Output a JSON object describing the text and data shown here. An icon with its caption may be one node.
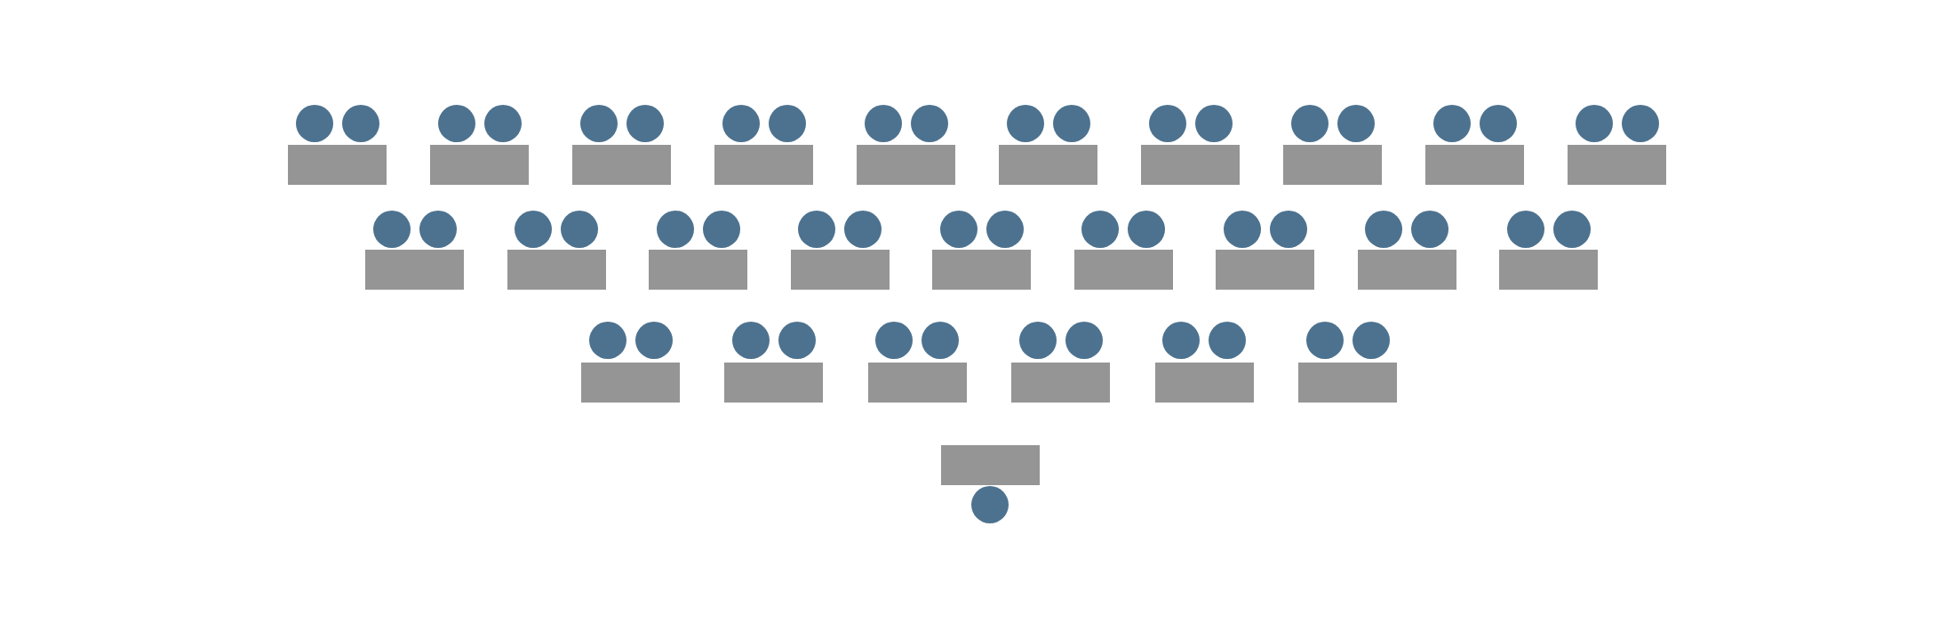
{
  "diagram": {
    "nodes": [
      {
        "text": [],
        "shape": "circle"
      },
      {
        "text": [],
        "shape": "circle"
      },
      {
        "text": [],
        "shape": "circle"
      },
      {
        "text": [],
        "shape": "circle"
      },
      {
        "text": [],
        "shape": "circle"
      },
      {
        "text": [],
        "shape": "circle"
      },
      {
        "text": [],
        "shape": "circle"
      },
      {
        "text": [],
        "shape": "circle"
      },
      {
        "text": [],
        "shape": "circle"
      },
      {
        "text": [],
        "shape": "circle"
      },
      {
        "text": [],
        "shape": "circle"
      },
      {
        "text": [],
        "shape": "circle"
      },
      {
        "text": [],
        "shape": "circle"
      },
      {
        "text": [],
        "shape": "circle"
      },
      {
        "text": [],
        "shape": "circle"
      },
      {
        "text": [],
        "shape": "circle"
      },
      {
        "text": [],
        "shape": "circle"
      },
      {
        "text": [],
        "shape": "circle"
      },
      {
        "text": [],
        "shape": "circle"
      },
      {
        "text": [],
        "shape": "circle"
      },
      {
        "text": [],
        "shape": "box"
      },
      {
        "text": [],
        "shape": "box"
      },
      {
        "text": [],
        "shape": "box"
      },
      {
        "text": [],
        "shape": "box"
      },
      {
        "text": [],
        "shape": "box"
      },
      {
        "text": [],
        "shape": "box"
      },
      {
        "text": [],
        "shape": "box"
      },
      {
        "text": [],
        "shape": "box"
      },
      {
        "text": [],
        "shape": "box"
      },
      {
        "text": [],
        "shape": "box"
      },
      {
        "text": [],
        "shape": "circle"
      },
      {
        "text": [],
        "shape": "circle"
      },
      {
        "text": [],
        "shape": "circle"
      },
      {
        "text": [],
        "shape": "circle"
      },
      {
        "text": [],
        "shape": "circle"
      },
      {
        "text": [],
        "shape": "circle"
      },
      {
        "text": [],
        "shape": "circle"
      },
      {
        "text": [],
        "shape": "circle"
      },
      {
        "text": [],
        "shape": "circle"
      },
      {
        "text": [],
        "shape": "circle"
      },
      {
        "text": [],
        "shape": "circle"
      },
      {
        "text": [],
        "shape": "circle"
      },
      {
        "text": [],
        "shape": "circle"
      },
      {
        "text": [],
        "shape": "circle"
      },
      {
        "text": [],
        "shape": "circle"
      },
      {
        "text": [],
        "shape": "circle"
      },
      {
        "text": [],
        "shape": "circle"
      },
      {
        "text": [],
        "shape": "circle"
      },
      {
        "text": [],
        "shape": "box"
      },
      {
        "text": [],
        "shape": "box"
      },
      {
        "text": [],
        "shape": "box"
      },
      {
        "text": [],
        "shape": "box"
      },
      {
        "text": [],
        "shape": "box"
      },
      {
        "text": [],
        "shape": "box"
      },
      {
        "text": [],
        "shape": "box"
      },
      {
        "text": [],
        "shape": "box"
      },
      {
        "text": [],
        "shape": "box"
      },
      {
        "text": [],
        "shape": "circle"
      },
      {
        "text": [],
        "shape": "circle"
      },
      {
        "text": [],
        "shape": "circle"
      },
      {
        "text": [],
        "shape": "circle"
      },
      {
        "text": [],
        "shape": "circle"
      },
      {
        "text": [],
        "shape": "circle"
      },
      {
        "text": [],
        "shape": "circle"
      },
      {
        "text": [],
        "shape": "circle"
      },
      {
        "text": [],
        "shape": "circle"
      },
      {
        "text": [],
        "shape": "circle"
      },
      {
        "text": [],
        "shape": "circle"
      },
      {
        "text": [],
        "shape": "circle"
      },
      {
        "text": [],
        "shape": "box"
      },
      {
        "text": [],
        "shape": "box"
      },
      {
        "text": [],
        "shape": "box"
      },
      {
        "text": [],
        "shape": "box"
      },
      {
        "text": [],
        "shape": "box"
      },
      {
        "text": [],
        "shape": "box"
      },
      {
        "text": [],
        "shape": "box"
      },
      {
        "text": [],
        "shape": "circle"
      }
    ]
  }
}
